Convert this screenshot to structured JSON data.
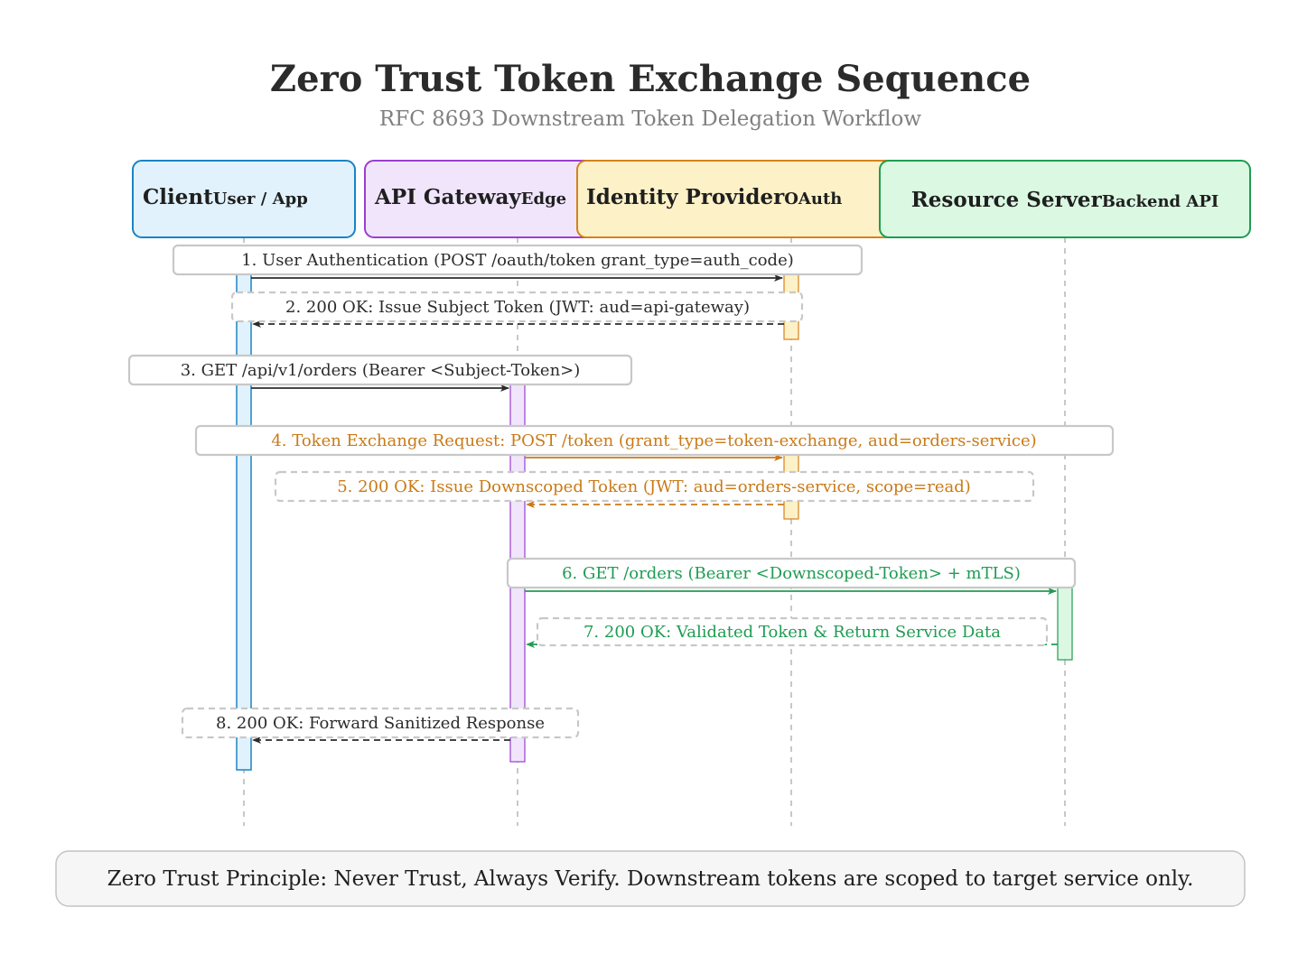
{
  "diagram": {
    "title": "Zero Trust Token Exchange Sequence",
    "subtitle": "RFC 8693 Downstream Token Delegation Workflow",
    "participants": [
      {
        "id": "client",
        "name": "Client",
        "sub": "User / App",
        "fill": "#e1f2fc",
        "stroke": "#1a84c4"
      },
      {
        "id": "gateway",
        "name": "API Gateway",
        "sub": "Edge",
        "fill": "#f1e5fc",
        "stroke": "#9a3fd0"
      },
      {
        "id": "idp",
        "name": "Identity Provider",
        "sub": "OAuth",
        "fill": "#fdf1c8",
        "stroke": "#d4831e"
      },
      {
        "id": "resource",
        "name": "Resource Server",
        "sub": "Backend API",
        "fill": "#dbf9e2",
        "stroke": "#1f9c52"
      }
    ],
    "messages": [
      {
        "from": "client",
        "to": "idp",
        "label": "1. User Authentication (POST /oauth/token grant_type=auth_code)",
        "style": "solid",
        "color": "#2b2b2b"
      },
      {
        "from": "idp",
        "to": "client",
        "label": "2. 200 OK: Issue Subject Token (JWT: aud=api-gateway)",
        "style": "dashed",
        "color": "#2b2b2b"
      },
      {
        "from": "client",
        "to": "gateway",
        "label": "3. GET /api/v1/orders (Bearer <Subject-Token>)",
        "style": "solid",
        "color": "#2b2b2b"
      },
      {
        "from": "gateway",
        "to": "idp",
        "label": "4. Token Exchange Request: POST /token (grant_type=token-exchange, aud=orders-service)",
        "style": "solid",
        "color": "#c97a17"
      },
      {
        "from": "idp",
        "to": "gateway",
        "label": "5. 200 OK: Issue Downscoped Token (JWT: aud=orders-service, scope=read)",
        "style": "dashed",
        "color": "#c97a17"
      },
      {
        "from": "gateway",
        "to": "resource",
        "label": "6. GET /orders (Bearer <Downscoped-Token> + mTLS)",
        "style": "solid",
        "color": "#1f9c52"
      },
      {
        "from": "resource",
        "to": "gateway",
        "label": "7. 200 OK: Validated Token & Return Service Data",
        "style": "dashed",
        "color": "#1f9c52"
      },
      {
        "from": "gateway",
        "to": "client",
        "label": "8. 200 OK: Forward Sanitized Response",
        "style": "dashed",
        "color": "#2b2b2b"
      }
    ],
    "footer": "Zero Trust Principle: Never Trust, Always Verify. Downstream tokens are scoped to target service only."
  }
}
